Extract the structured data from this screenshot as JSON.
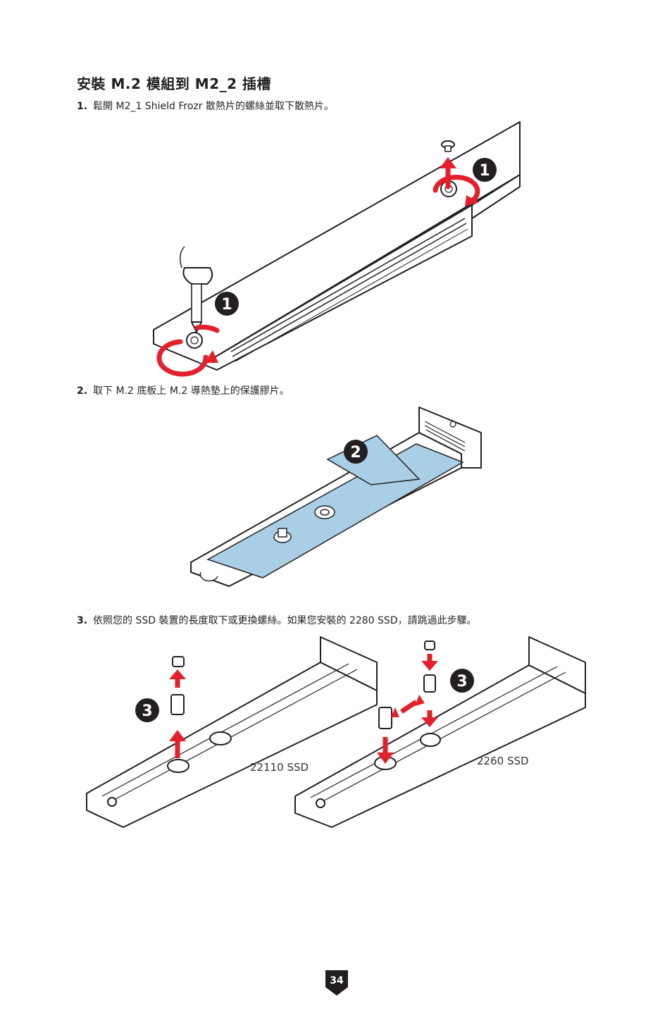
{
  "heading": "安裝 M.2 模組到  M2_2 插槽",
  "steps": [
    {
      "num": "1.",
      "text": "鬆開 M2_1 Shield Frozr 散熱片的螺絲並取下散熱片。"
    },
    {
      "num": "2.",
      "text": "取下 M.2 底板上 M.2 導熱墊上的保護膠片。"
    },
    {
      "num": "3.",
      "text": "依照您的 SSD 裝置的長度取下或更換螺絲。如果您安裝的 2280 SSD，請跳過此步驟。"
    }
  ],
  "badges": {
    "b1": "1",
    "b2": "2",
    "b3": "3"
  },
  "labels": {
    "ssd_22110": "22110 SSD",
    "ssd_2260": "2260 SSD"
  },
  "page_number": "34",
  "colors": {
    "arrow_red": "#e3202b",
    "thermal_pad": "#a8cfe6",
    "badge": "#231f20",
    "line": "#231f20"
  }
}
